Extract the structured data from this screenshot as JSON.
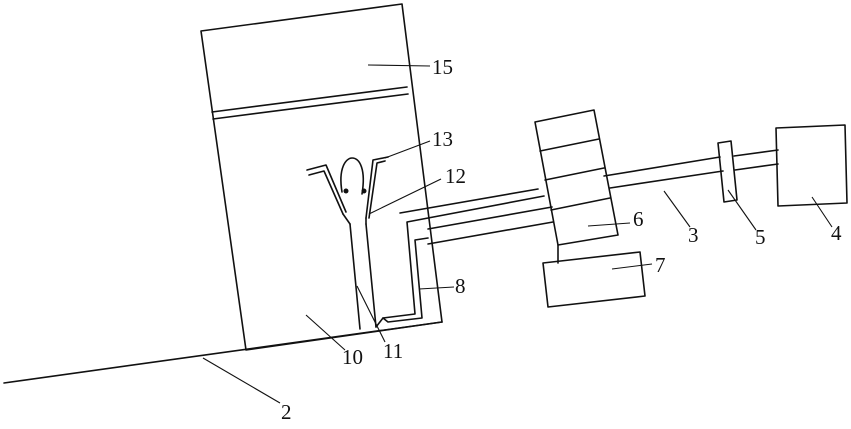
{
  "labels": {
    "l2": "2",
    "l3": "3",
    "l4": "4",
    "l5": "5",
    "l6": "6",
    "l7": "7",
    "l8": "8",
    "l10": "10",
    "l11": "11",
    "l12": "12",
    "l13": "13",
    "l15": "15"
  },
  "colors": {
    "line": "#111111",
    "background": "#ffffff"
  }
}
